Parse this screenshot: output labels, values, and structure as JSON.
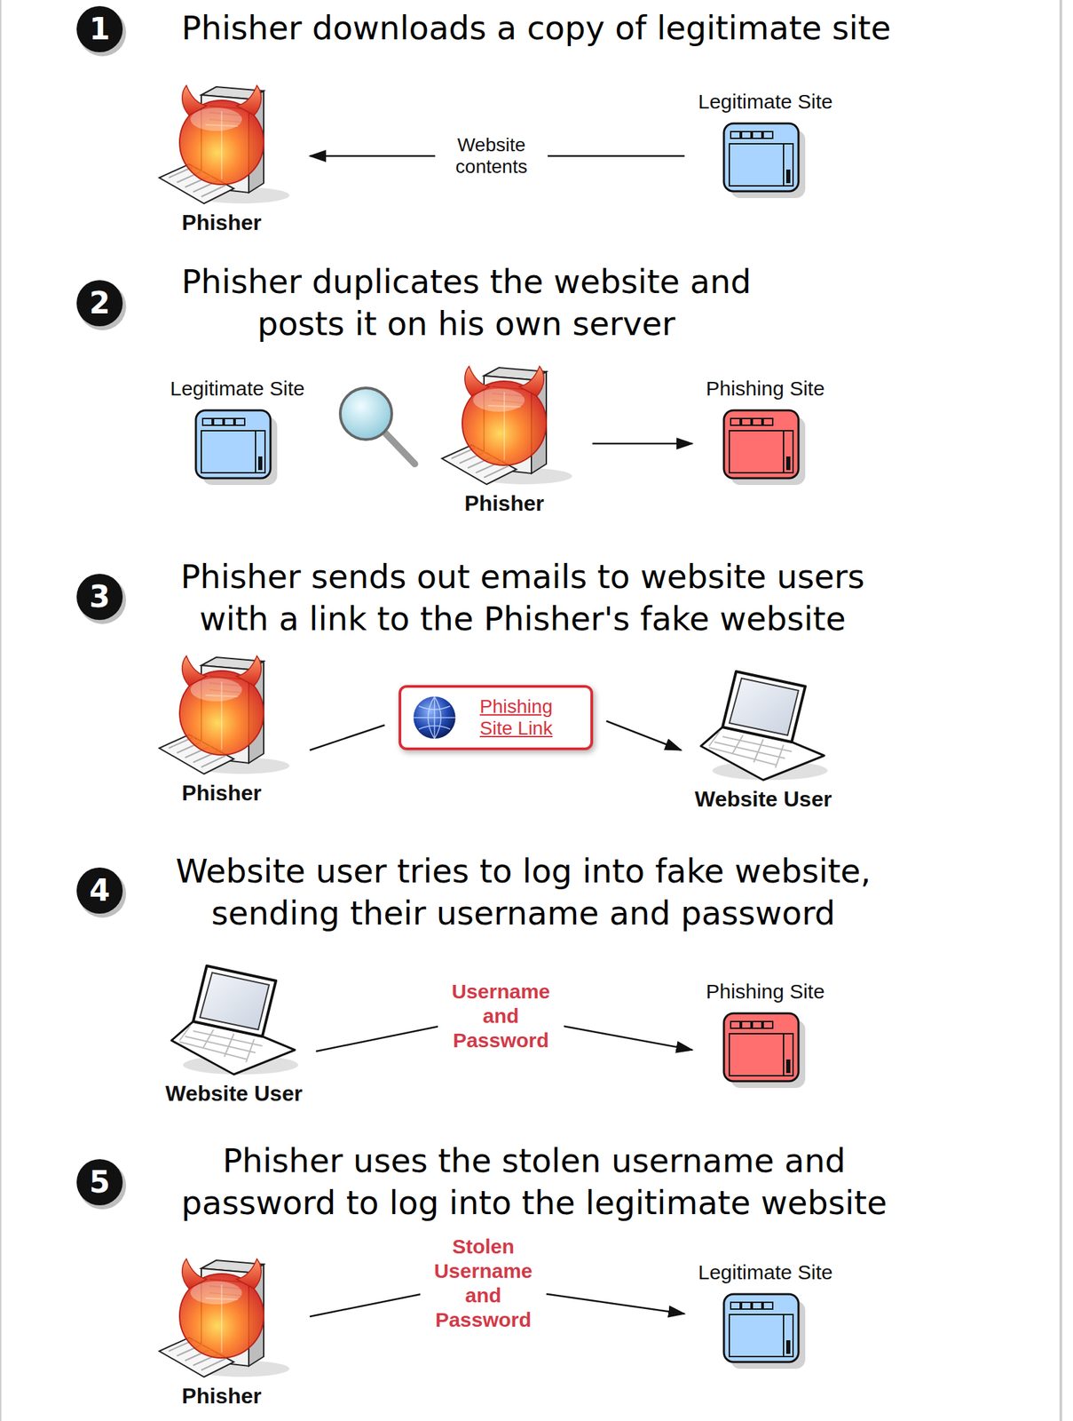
{
  "diagram": {
    "nodes": [
      {
        "text": [
          "Phisher"
        ]
      },
      {
        "text": [
          "Legitimate Site"
        ]
      },
      {
        "text": [
          "Legitimate Site"
        ]
      },
      {
        "text": [
          "Phisher"
        ]
      },
      {
        "text": [
          "Phishing Site"
        ]
      },
      {
        "text": [
          "Phisher"
        ]
      },
      {
        "text": [
          "Phishing Site Link"
        ]
      },
      {
        "text": [
          "Website User"
        ]
      },
      {
        "text": [
          "Website User"
        ]
      },
      {
        "text": [
          "Phishing Site"
        ]
      },
      {
        "text": [
          "Phisher"
        ]
      },
      {
        "text": [
          "Legitimate Site"
        ]
      }
    ],
    "edges": [
      {
        "from": 1,
        "to": 0,
        "label": "Website contents",
        "arrow": "to"
      },
      {
        "from": 3,
        "to": 4,
        "arrow": "to"
      },
      {
        "from": 5,
        "to": 6,
        "arrow": "none"
      },
      {
        "from": 6,
        "to": 7,
        "arrow": "to"
      },
      {
        "from": 8,
        "to": 9,
        "label": "Username and Password",
        "arrow": "to"
      },
      {
        "from": 10,
        "to": 11,
        "label": "Stolen Username and Password",
        "arrow": "to"
      }
    ],
    "labels": [
      "1",
      "Phisher downloads a copy of legitimate site",
      "2",
      "Phisher duplicates the website and posts it on his own server",
      "3",
      "Phisher sends out emails to website users with a link to the Phisher's fake website",
      "4",
      "Website user tries to log into fake website, sending their username and password",
      "5",
      "Phisher uses the stolen username and password to log into the legitimate website"
    ]
  }
}
